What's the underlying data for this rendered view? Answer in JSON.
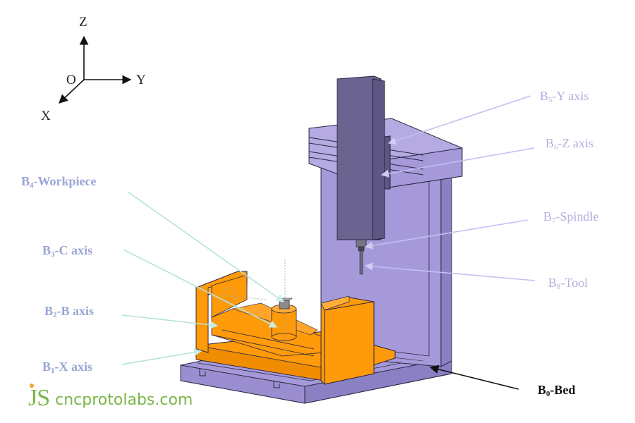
{
  "title": "5-axis CNC machine kinematic chain diagram",
  "colors": {
    "frame": "#a699d9",
    "frame_dark": "#8c80c4",
    "spindle_column": "#6b6390",
    "orange": "#ff9a0a",
    "orange_dark": "#e07f00",
    "label_left": "#9ba6d6",
    "label_right": "#b3b0e0",
    "leader_left": "#a8d8d0",
    "leader_right": "#b8b2e6",
    "logo_green": "#7ab648"
  },
  "coordinate_system": {
    "origin": "O",
    "axes": [
      "X",
      "Y",
      "Z"
    ]
  },
  "labels": {
    "b0": {
      "prefix": "B",
      "sub": "0",
      "text": "-Bed"
    },
    "b1": {
      "prefix": "B",
      "sub": "1",
      "text": "-X axis"
    },
    "b2": {
      "prefix": "B",
      "sub": "2",
      "text": "-B axis"
    },
    "b3": {
      "prefix": "B",
      "sub": "3",
      "text": "-C axis"
    },
    "b4": {
      "prefix": "B",
      "sub": "4",
      "text": "-Workpiece"
    },
    "b5": {
      "prefix": "B",
      "sub": "5",
      "text": "-Y axis"
    },
    "b6": {
      "prefix": "B",
      "sub": "6",
      "text": "-Z axis"
    },
    "b7": {
      "prefix": "B",
      "sub": "7",
      "text": "-Spindle"
    },
    "b8": {
      "prefix": "B",
      "sub": "8",
      "text": "-Tool"
    }
  },
  "logo": {
    "mark": "JS",
    "text": "cncprotolabs.com"
  }
}
